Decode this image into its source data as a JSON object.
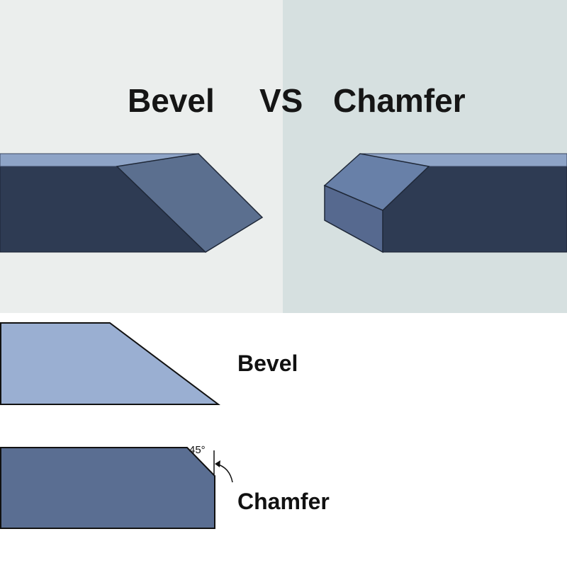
{
  "header": {
    "left_word": "Bevel",
    "vs": "VS",
    "right_word": "Chamfer"
  },
  "diagram": {
    "bevel_label": "Bevel",
    "chamfer_label": "Chamfer",
    "chamfer_angle": "45°"
  },
  "colors": {
    "left_panel_bg": "#ebeeed",
    "right_panel_bg": "#d6e0e0",
    "dark_navy": "#2e3b53",
    "light_top": "#8ea4c7",
    "bevel_face": "#5b6f8f",
    "chamfer_face_top": "#6880a8",
    "chamfer_face_front": "#56698f",
    "bevel_profile": "#9aafd2",
    "chamfer_profile": "#5a6e92"
  }
}
